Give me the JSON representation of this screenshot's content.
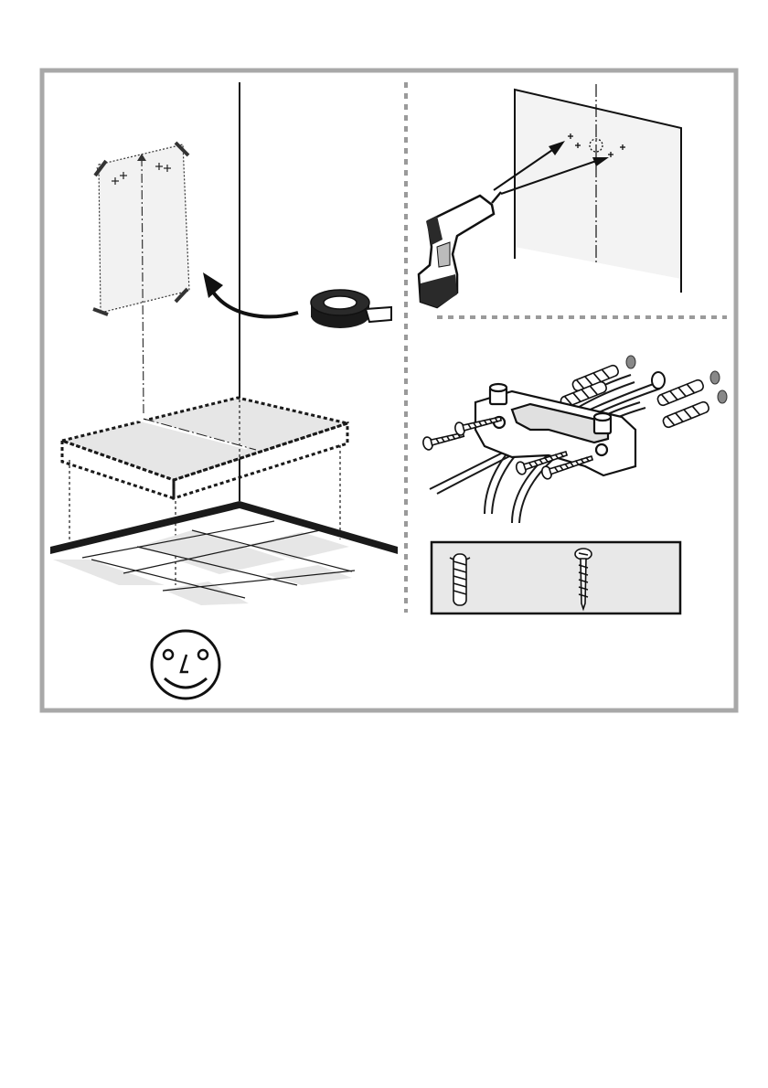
{
  "page": {
    "frame_color": "#a8a8a8",
    "line_color": "#1a1a1a",
    "fill_gray": "#e6e6e6",
    "dash_color": "#9a9a9a",
    "legend_bg": "#e8e8e8"
  },
  "steps": [
    {
      "id": "mark-template",
      "icons": [
        "template-sheet",
        "tape-roll-icon",
        "arrow-icon",
        "cabinet-outline",
        "floor-tiles"
      ]
    },
    {
      "id": "drill-holes",
      "icons": [
        "drill-icon",
        "wall-panel",
        "drill-marks"
      ]
    },
    {
      "id": "mount-bracket",
      "icons": [
        "bracket-icon",
        "wall-plug-icon",
        "screw-icon",
        "hoses"
      ]
    }
  ],
  "legend": {
    "items": [
      {
        "icon": "wall-plug-icon"
      },
      {
        "icon": "screw-icon"
      }
    ]
  },
  "status": {
    "icon": "smiley-face-icon"
  }
}
